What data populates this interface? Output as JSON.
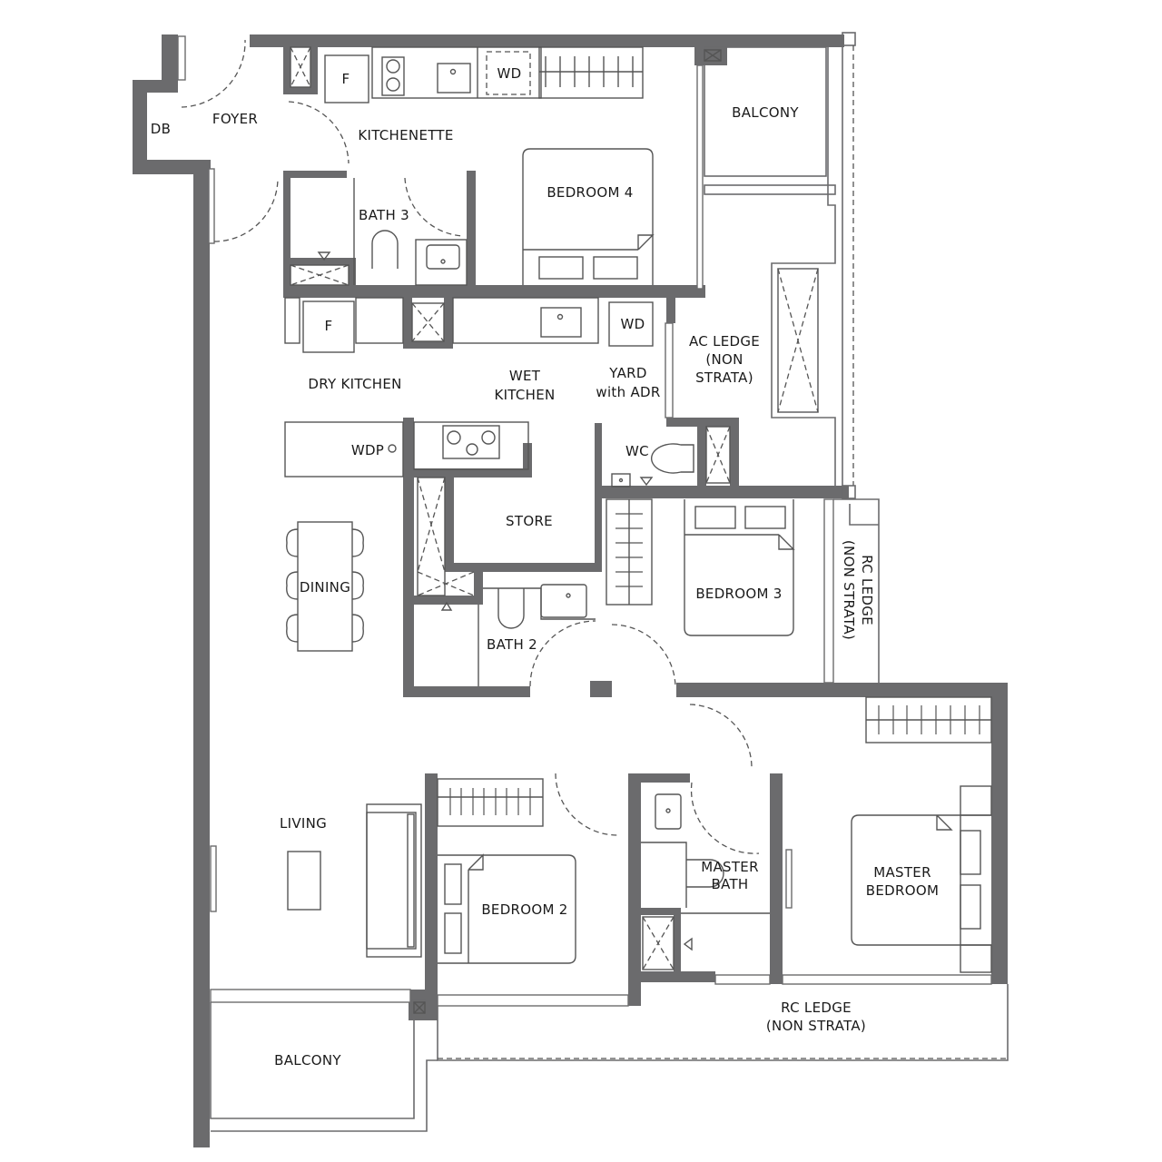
{
  "plan": {
    "colors": {
      "wall": "#6b6b6d",
      "line": "#555555",
      "background": "#ffffff"
    },
    "rooms": {
      "db": "DB",
      "foyer": "FOYER",
      "kitchenette": "KITCHENETTE",
      "bath3": "BATH 3",
      "bedroom4": "BEDROOM 4",
      "balcony_top": "BALCONY",
      "dry_kitchen": "DRY KITCHEN",
      "wet_kitchen_line1": "WET",
      "wet_kitchen_line2": "KITCHEN",
      "yard_line1": "YARD",
      "yard_line2": "with ADR",
      "ac_ledge_line1": "AC LEDGE",
      "ac_ledge_line2": "(NON",
      "ac_ledge_line3": "STRATA)",
      "wc": "WC",
      "store": "STORE",
      "dining": "DINING",
      "bath2": "BATH 2",
      "bedroom3": "BEDROOM 3",
      "rc_ledge_side_line1": "RC LEDGE",
      "rc_ledge_side_line2": "(NON STRATA)",
      "living": "LIVING",
      "bedroom2": "BEDROOM 2",
      "master_bath_line1": "MASTER",
      "master_bath_line2": "BATH",
      "master_bedroom_line1": "MASTER",
      "master_bedroom_line2": "BEDROOM",
      "rc_ledge_bottom_line1": "RC LEDGE",
      "rc_ledge_bottom_line2": "(NON STRATA)",
      "balcony_bottom": "BALCONY"
    },
    "fixtures": {
      "fridge_kitchenette": "F",
      "wd_kitchenette": "WD",
      "fridge_dry_kitchen": "F",
      "wd_yard": "WD",
      "wdp": "WDP"
    }
  }
}
